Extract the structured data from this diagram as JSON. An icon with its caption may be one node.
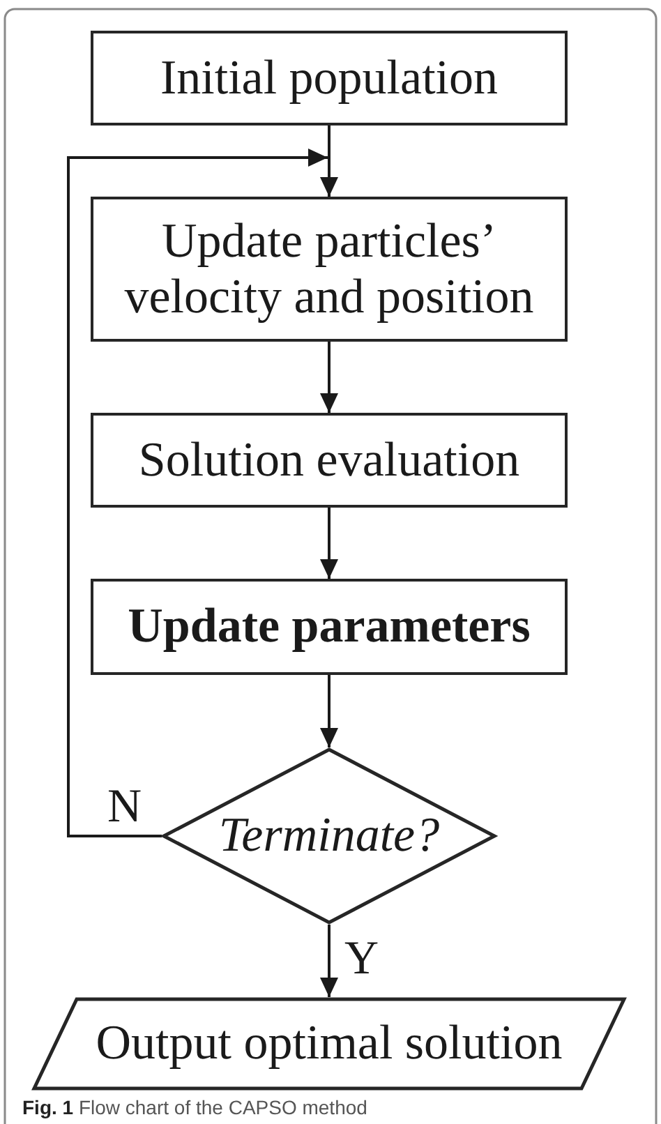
{
  "diagram": {
    "caption": "**Fig. 1** Flow chart of the CAPSO method",
    "nodes": [
      {
        "text": [
          "Initial population"
        ]
      },
      {
        "text": [
          "Update particles’ velocity and position"
        ]
      },
      {
        "text": [
          "Solution evaluation"
        ]
      },
      {
        "text": [
          "Update parameters"
        ]
      },
      {
        "text": [
          "Terminate?"
        ]
      },
      {
        "text": [
          "Output optimal solution"
        ]
      }
    ],
    "edges": [
      {
        "from": 0,
        "to": 1,
        "arrow": "to"
      },
      {
        "from": 1,
        "to": 2,
        "arrow": "to"
      },
      {
        "from": 2,
        "to": 3,
        "arrow": "to"
      },
      {
        "from": 3,
        "to": 4,
        "arrow": "to"
      },
      {
        "from": 4,
        "to": 1,
        "arrow": "to",
        "label": "N"
      },
      {
        "from": 4,
        "to": 5,
        "arrow": "to",
        "label": "Y"
      }
    ]
  }
}
